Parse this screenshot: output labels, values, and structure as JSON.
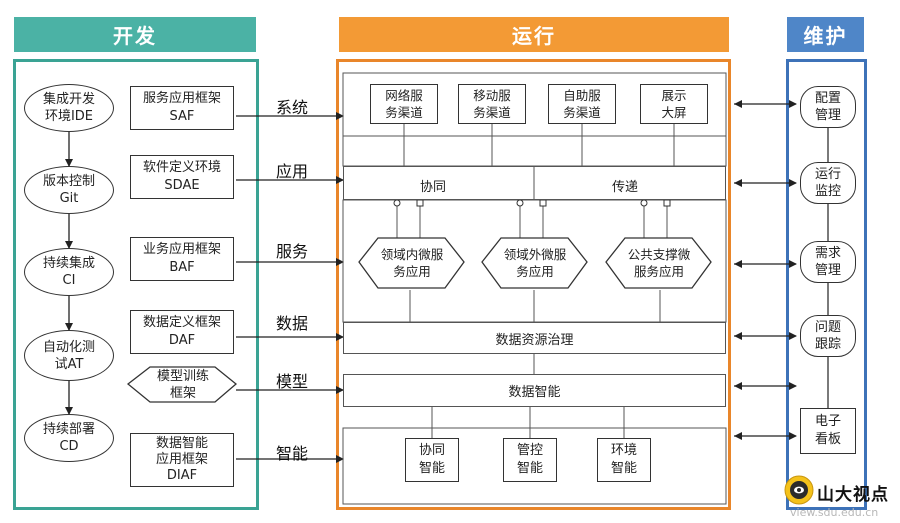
{
  "headers": {
    "dev": "开发",
    "run": "运行",
    "maint": "维护"
  },
  "colors": {
    "dev_header": "#4bb2a5",
    "dev_border": "#3aa394",
    "run_header": "#f39a35",
    "run_border": "#e9862a",
    "maint_header": "#4f86c8",
    "maint_border": "#3d72b8"
  },
  "dev": {
    "pipeline": [
      "集成开发\n环境IDE",
      "版本控制\nGit",
      "持续集成\nCI",
      "自动化测\n试AT",
      "持续部署\nCD"
    ],
    "frameworks": [
      "服务应用框架\nSAF",
      "软件定义环境\nSDAE",
      "业务应用框架\nBAF",
      "数据定义框架\nDAF",
      "模型训练\n框架",
      "数据智能\n应用框架\nDIAF"
    ]
  },
  "labels": [
    "系统",
    "应用",
    "服务",
    "数据",
    "模型",
    "智能"
  ],
  "run": {
    "channels": [
      "网络服\n务渠道",
      "移动服\n务渠道",
      "自助服\n务渠道",
      "展示\n大屏"
    ],
    "coop": "协同",
    "transfer": "传递",
    "services": [
      "领域内微服\n务应用",
      "领域外微服\n务应用",
      "公共支撑微\n服务应用"
    ],
    "data_governance": "数据资源治理",
    "data_intelligence": "数据智能",
    "intel": [
      "协同\n智能",
      "管控\n智能",
      "环境\n智能"
    ]
  },
  "maint": {
    "items": [
      "配置\n管理",
      "运行\n监控",
      "需求\n管理",
      "问题\n跟踪",
      "电子\n看板"
    ]
  },
  "logo": {
    "text": "山大视点",
    "url": "view.sdu.edu.cn"
  }
}
